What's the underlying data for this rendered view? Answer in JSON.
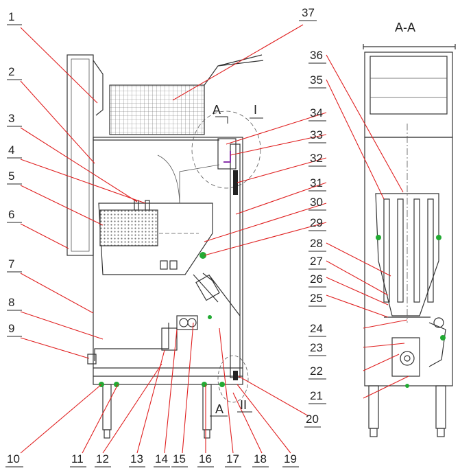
{
  "section_label": "A-A",
  "cut_marker_top": "A",
  "cut_marker_bottom": "A",
  "detail_top": "I",
  "detail_bottom": "II",
  "callouts": [
    "1",
    "2",
    "3",
    "4",
    "5",
    "6",
    "7",
    "8",
    "9",
    "10",
    "11",
    "12",
    "13",
    "14",
    "15",
    "16",
    "17",
    "18",
    "19",
    "20",
    "21",
    "22",
    "23",
    "24",
    "25",
    "26",
    "27",
    "28",
    "29",
    "30",
    "31",
    "32",
    "33",
    "34",
    "35",
    "36",
    "37"
  ],
  "colors": {
    "leader": "#e02020",
    "valve": "#22aa33",
    "outline": "#333333",
    "mesh": "#555555"
  }
}
